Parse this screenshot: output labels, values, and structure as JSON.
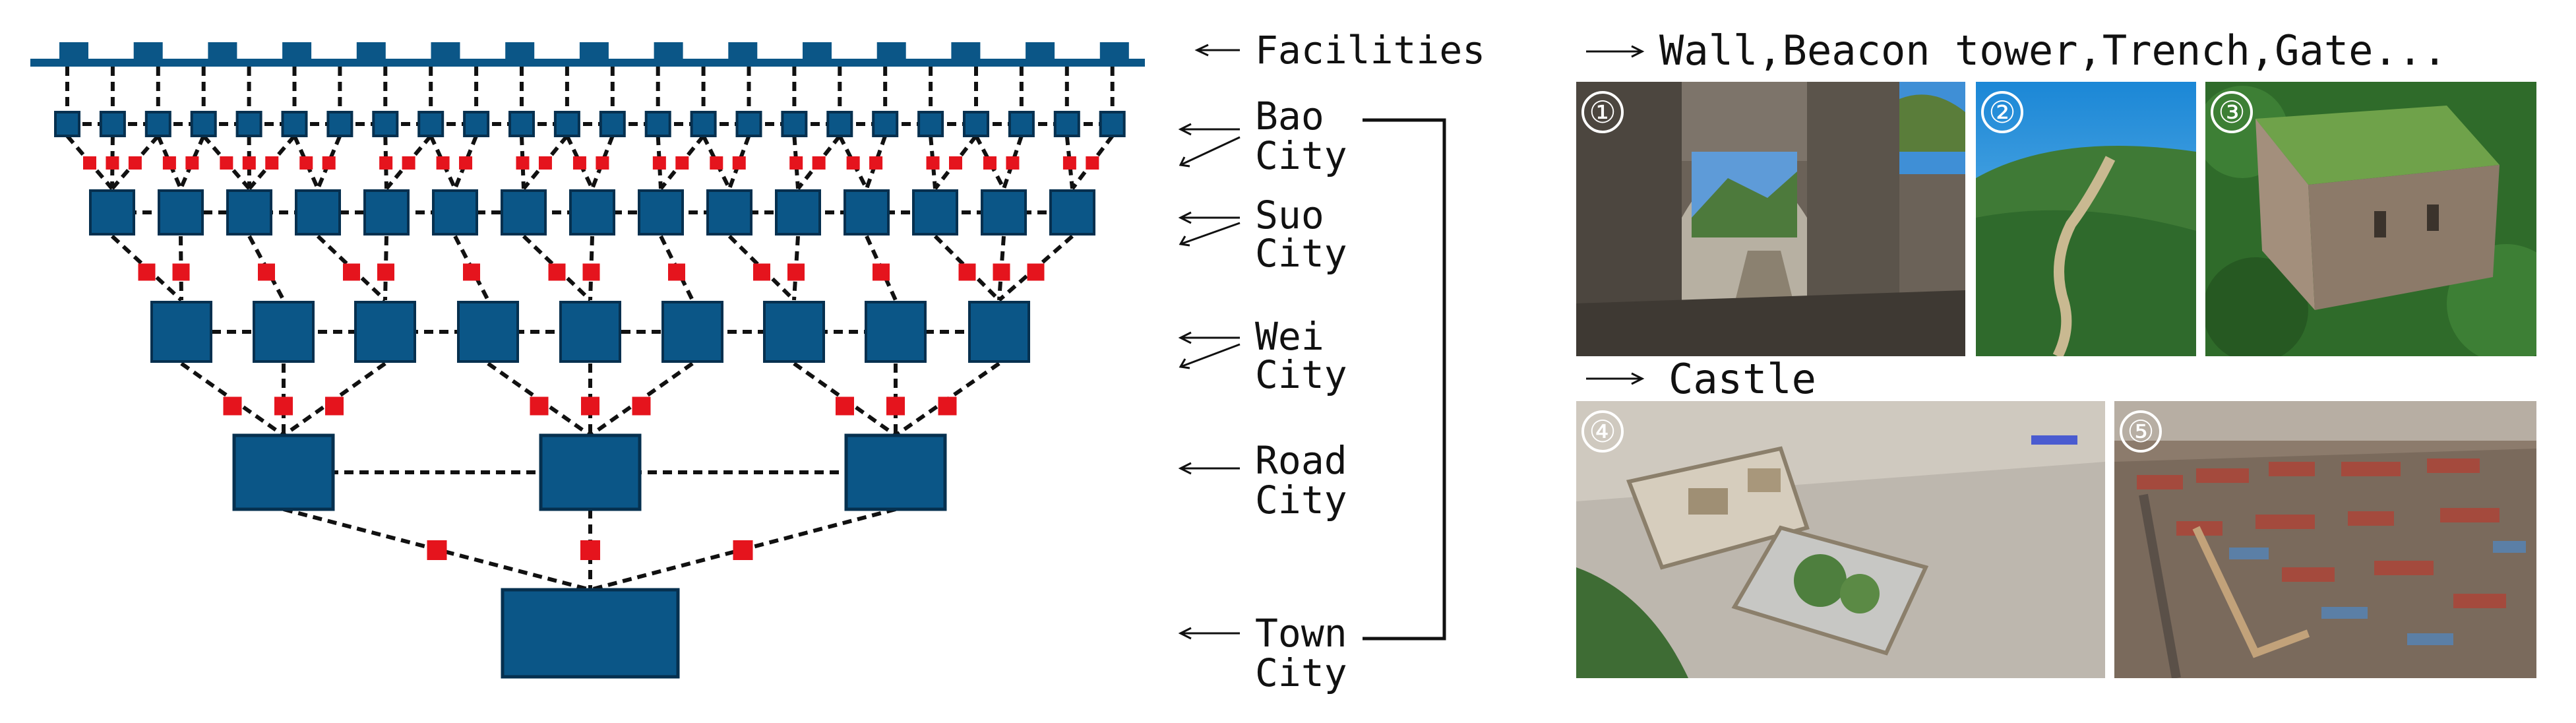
{
  "colors": {
    "node": "#0b5687",
    "node_stroke": "#06304f",
    "connector": "#e5141d",
    "link": "#111111",
    "bar": "#0b5687"
  },
  "labels": {
    "facilities": "Facilities",
    "bao": "Bao",
    "bao_city": "City",
    "suo": "Suo",
    "suo_city": "City",
    "wei": "Wei",
    "wei_city": "City",
    "road": "Road",
    "road_city": "City",
    "town": "Town",
    "town_city": "City"
  },
  "headings": {
    "facilities_types": "Wall,Beacon tower,Trench,Gate...",
    "castle": "Castle"
  },
  "photos": [
    {
      "number": "①",
      "subject": "stone arch gate of the wall"
    },
    {
      "number": "②",
      "subject": "wall along a mountain ridge"
    },
    {
      "number": "③",
      "subject": "beacon tower in greenery"
    },
    {
      "number": "④",
      "subject": "aerial view of a castle"
    },
    {
      "number": "⑤",
      "subject": "aerial view of a walled town"
    }
  ]
}
